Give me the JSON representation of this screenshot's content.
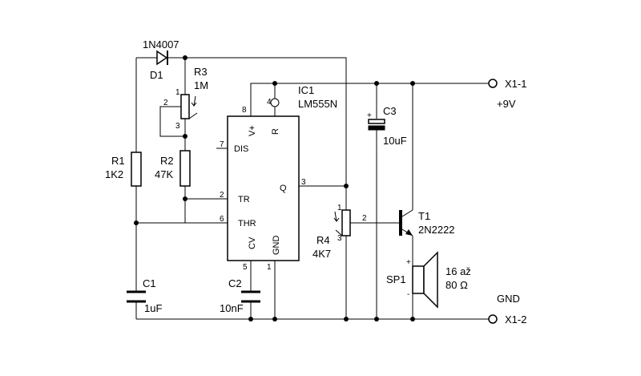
{
  "components": {
    "d1": {
      "ref": "D1",
      "value": "1N4007"
    },
    "r3": {
      "ref": "R3",
      "value": "1M",
      "pins": [
        "1",
        "2",
        "3"
      ]
    },
    "r1": {
      "ref": "R1",
      "value": "1K2"
    },
    "r2": {
      "ref": "R2",
      "value": "47K"
    },
    "c1": {
      "ref": "C1",
      "value": "1uF"
    },
    "c2": {
      "ref": "C2",
      "value": "10nF"
    },
    "ic1": {
      "ref": "IC1",
      "value": "LM555N",
      "pin_labels": {
        "vplus": "V+",
        "r": "R",
        "dis": "DIS",
        "tr": "TR",
        "thr": "THR",
        "q": "Q",
        "cv": "CV",
        "gnd": "GND"
      },
      "pin_numbers": {
        "vplus": "8",
        "r": "4",
        "dis": "7",
        "tr": "2",
        "thr": "6",
        "q": "3",
        "cv": "5",
        "gnd": "1"
      }
    },
    "c3": {
      "ref": "C3",
      "value": "10uF",
      "polarity": "+"
    },
    "r4": {
      "ref": "R4",
      "value": "4K7",
      "pins": [
        "1",
        "2",
        "3"
      ]
    },
    "t1": {
      "ref": "T1",
      "value": "2N2222"
    },
    "sp1": {
      "ref": "SP1",
      "value": "16 až",
      "value2": "80 Ω",
      "plus": "+",
      "minus": "-"
    }
  },
  "terminals": {
    "x1_1": {
      "ref": "X1-1",
      "label": "+9V"
    },
    "x1_2": {
      "ref": "X1-2",
      "label": "GND"
    }
  }
}
